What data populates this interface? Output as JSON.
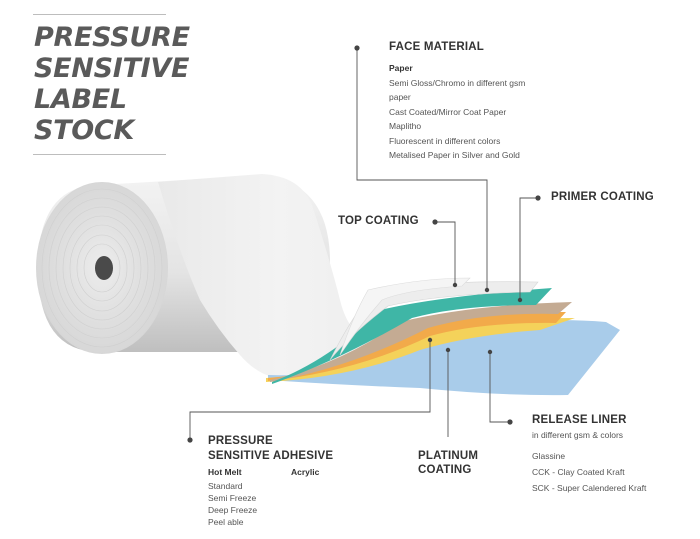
{
  "title_lines": [
    "PRESSURE",
    "SENSITIVE",
    "LABEL",
    "STOCK"
  ],
  "face_material": {
    "heading": "FACE MATERIAL",
    "items": [
      "Paper",
      "Semi Gloss/Chromo in different gsm",
      "paper",
      "Cast Coated/Mirror Coat Paper",
      "Maplitho",
      "Fluorescent in different colors",
      "Metalised Paper in Silver and Gold"
    ]
  },
  "top_coating": {
    "heading": "TOP COATING"
  },
  "primer_coating": {
    "heading": "PRIMER COATING"
  },
  "release_liner": {
    "heading": "RELEASE LINER",
    "subtitle": "in different gsm & colors",
    "items": [
      "Glassine",
      "CCK - Clay Coated Kraft",
      "SCK - Super Calendered Kraft"
    ]
  },
  "platinum_coating": {
    "heading_line1": "PLATINUM",
    "heading_line2": "COATING"
  },
  "adhesive": {
    "heading_line1": "PRESSURE",
    "heading_line2": "SENSITIVE ADHESIVE",
    "col1_head": "Hot Melt",
    "col2_head": "Acrylic",
    "items": [
      "Standard",
      "Semi Freeze",
      "Deep Freeze",
      "Peel able"
    ]
  },
  "colors": {
    "face": "#f1f1f1",
    "top_coat": "#e6e6e6",
    "primer": "#3fb6a6",
    "tan": "#c4ab93",
    "orange": "#f2aa4a",
    "yellow": "#f4d25a",
    "liner": "#a9ccea",
    "text_dark": "#333333",
    "leader": "#555555"
  }
}
